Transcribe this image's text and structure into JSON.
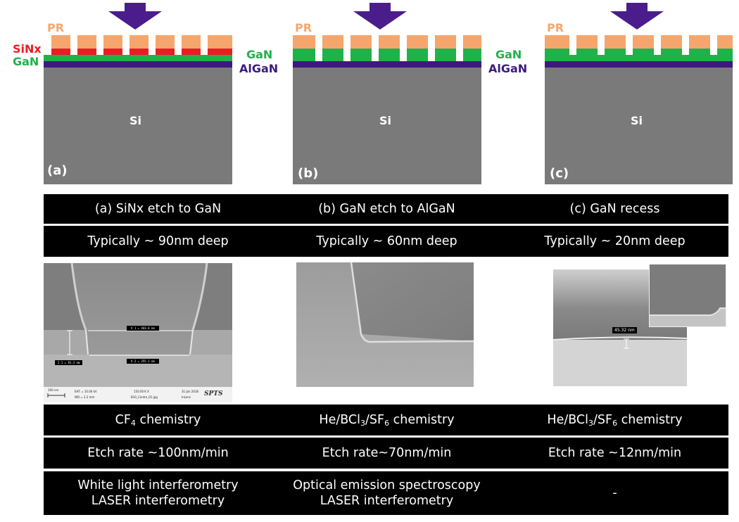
{
  "colors": {
    "pr": "#f6a66c",
    "sinx": "#ee1b24",
    "gan": "#21b14b",
    "algan": "#3c1a7d",
    "si": "#7a7a7a",
    "arrow": "#4b1c8c",
    "band": "#000000"
  },
  "diagrams": [
    {
      "letter": "(a)",
      "pr": "PR",
      "sinx": "SiNx",
      "gan": "GaN",
      "si": "Si"
    },
    {
      "letter": "(b)",
      "pr": "PR",
      "gan": "GaN",
      "algan": "AlGaN",
      "si": "Si"
    },
    {
      "letter": "(c)",
      "pr": "PR",
      "gan": "GaN",
      "algan": "AlGaN",
      "si": "Si"
    }
  ],
  "rows": {
    "titles": [
      "(a) SiNx etch to GaN",
      "(b) GaN etch to AlGaN",
      "(c) GaN recess"
    ],
    "depths": [
      "Typically ~ 90nm deep",
      "Typically ~ 60nm deep",
      "Typically ~ 20nm deep"
    ],
    "chem_a": {
      "pre": "CF",
      "sub": "4",
      "post": " chemistry"
    },
    "chem_b": {
      "pre": "He/BCl",
      "sub1": "3",
      "mid": "/SF",
      "sub2": "6",
      "post": " chemistry"
    },
    "chem_c": {
      "pre": "He/BCl",
      "sub1": "3",
      "mid": "/SF",
      "sub2": "6",
      "post": " chemistry"
    },
    "rates": [
      "Etch rate ~100nm/min",
      "Etch rate~70nm/min",
      "Etch rate ~12nm/min"
    ],
    "endpoint_a": [
      "White light interferometry",
      "LASER interferometry"
    ],
    "endpoint_b": [
      "Optical emission spectroscopy",
      "LASER interferometry"
    ],
    "endpoint_c": "-"
  },
  "sem": {
    "a": {
      "v1": "V 1 = 443.6 nm",
      "v2": "V 2 = 255.1 nm",
      "i1": "I 1 = 81.3 nm",
      "scale": "100 nm",
      "eht": "EHT = 10.00 kV",
      "wd": "WD = 3.2 mm",
      "mag": "150.00 K X",
      "file": "B10_Centre_01.jpg",
      "date": "31 Jan 2018",
      "det": "InLens",
      "brand": "SPTS"
    },
    "c": {
      "measure": "45.32 nm"
    }
  }
}
